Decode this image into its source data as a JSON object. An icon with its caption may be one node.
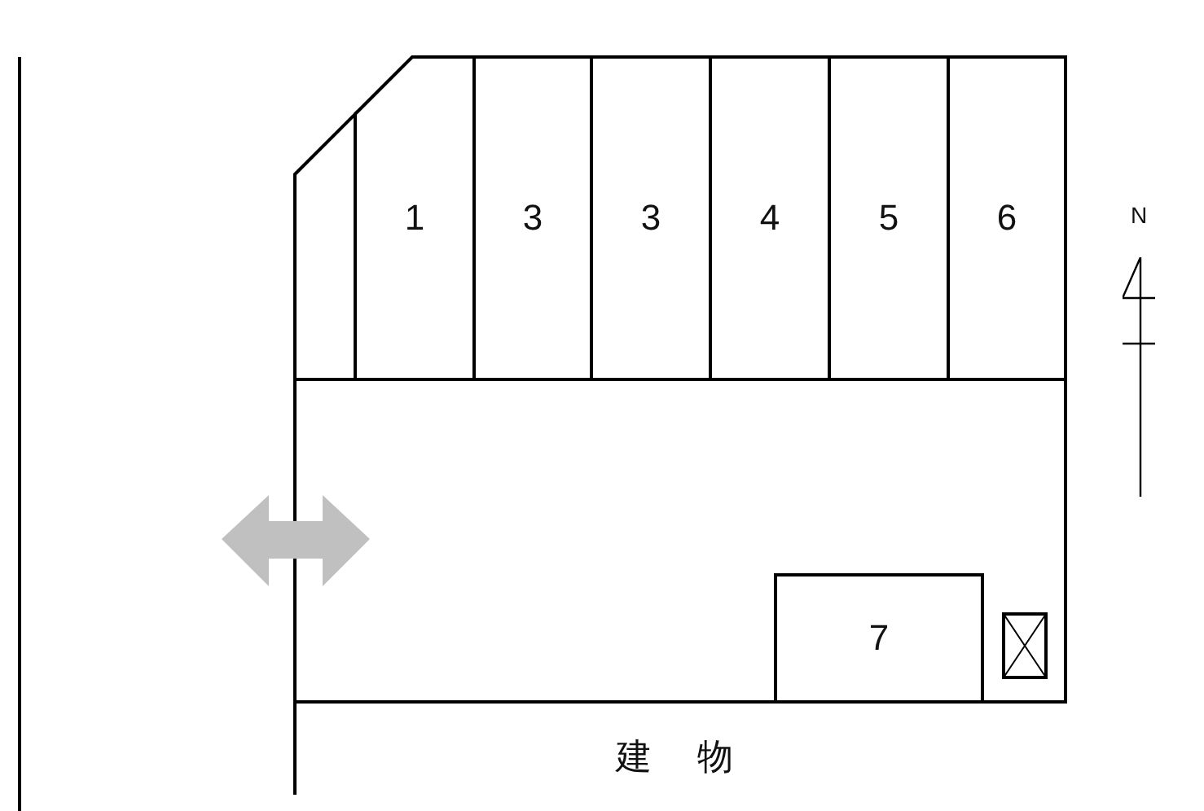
{
  "diagram": {
    "nodes": [
      {
        "text": [],
        "shape": "box"
      },
      {
        "text": [
          "1"
        ]
      },
      {
        "text": [
          "3"
        ]
      },
      {
        "text": [
          "3"
        ]
      },
      {
        "text": [
          "4"
        ]
      },
      {
        "text": [
          "5"
        ]
      },
      {
        "text": [
          "6"
        ]
      },
      {
        "text": [
          "7"
        ]
      }
    ],
    "labels": [
      "N",
      "建物"
    ]
  }
}
